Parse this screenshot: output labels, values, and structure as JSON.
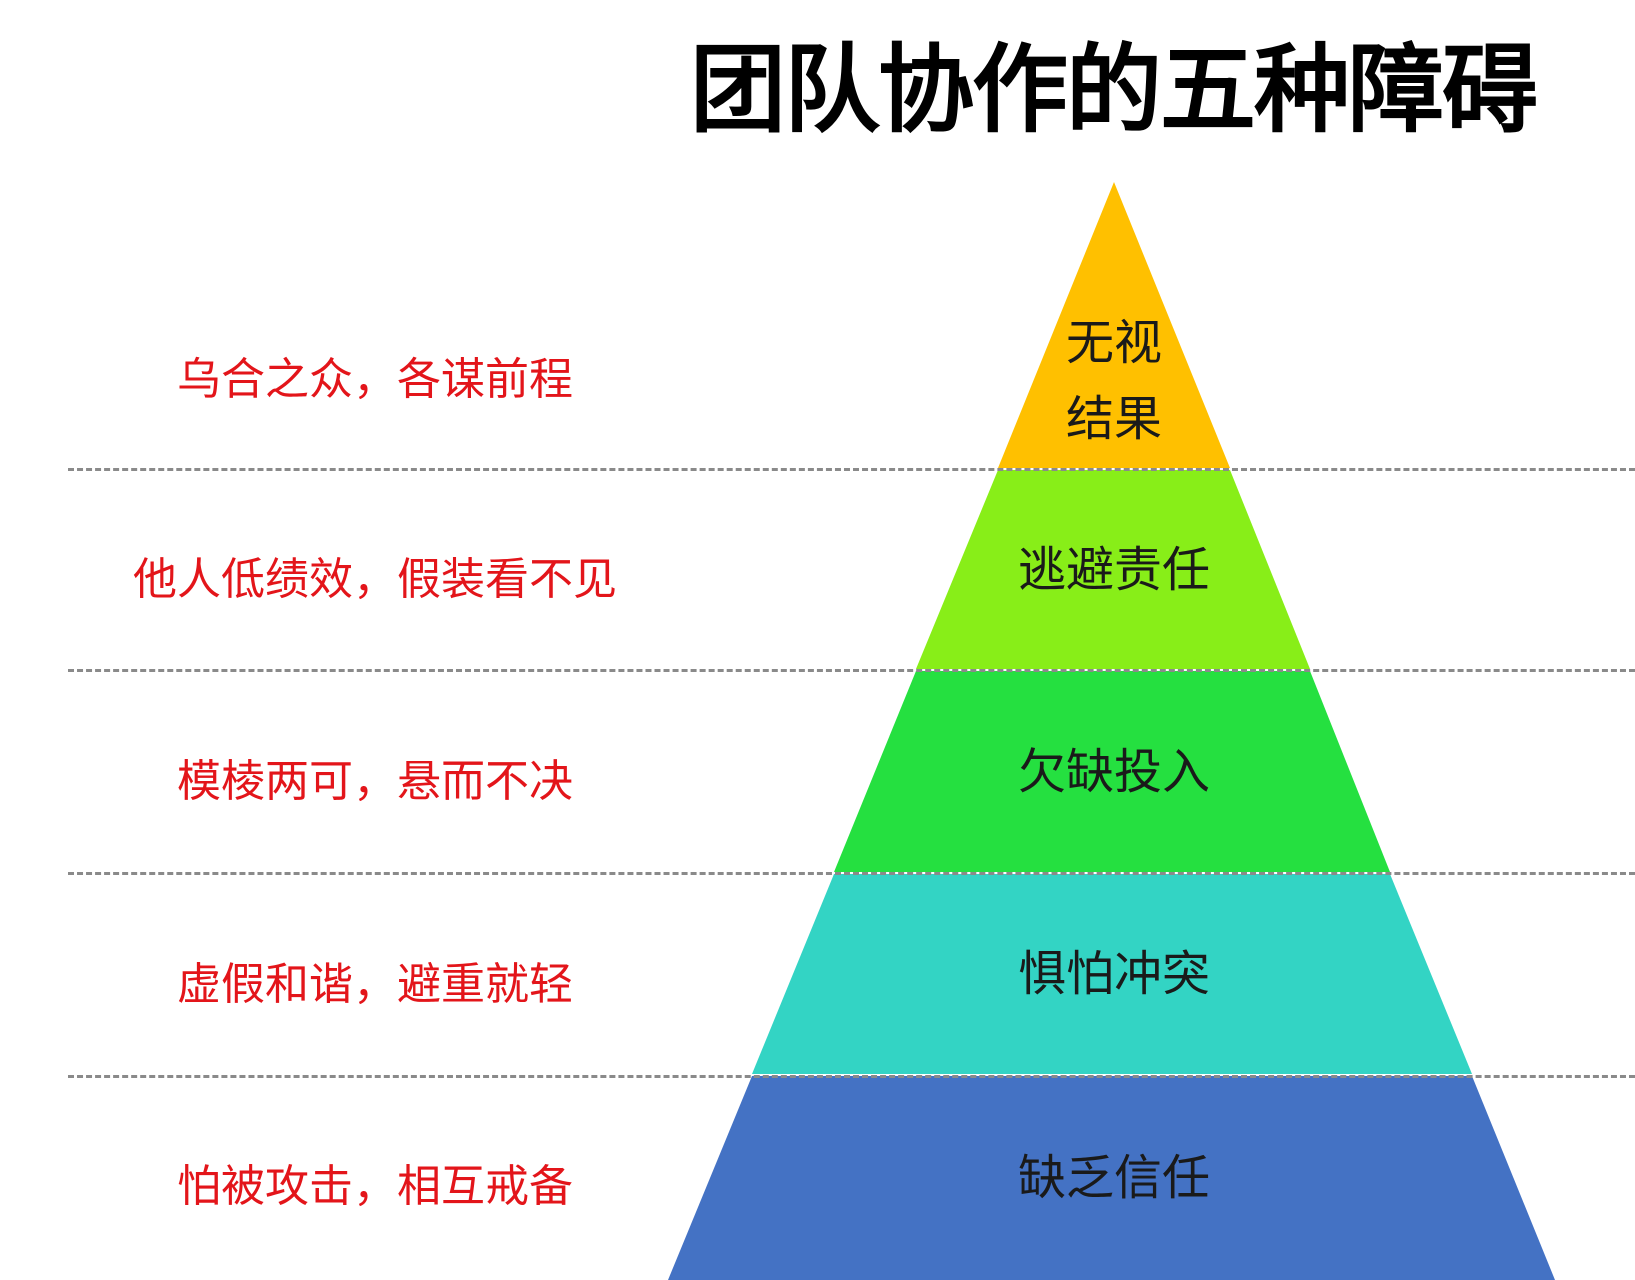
{
  "title": "团队协作的五种障碍",
  "tiers": [
    {
      "level": 5,
      "label_line1": "无视",
      "label_line2": "结果",
      "description": "乌合之众，各谋前程",
      "color": "#ffc000"
    },
    {
      "level": 4,
      "label": "逃避责任",
      "description": "他人低绩效，假装看不见",
      "color": "#88ee18"
    },
    {
      "level": 3,
      "label": "欠缺投入",
      "description": "模棱两可，悬而不决",
      "color": "#25e040"
    },
    {
      "level": 2,
      "label": "惧怕冲突",
      "description": "虚假和谐，避重就轻",
      "color": "#33d4c4"
    },
    {
      "level": 1,
      "label": "缺乏信任",
      "description": "怕被攻击，相互戒备",
      "color": "#4472c4"
    }
  ]
}
